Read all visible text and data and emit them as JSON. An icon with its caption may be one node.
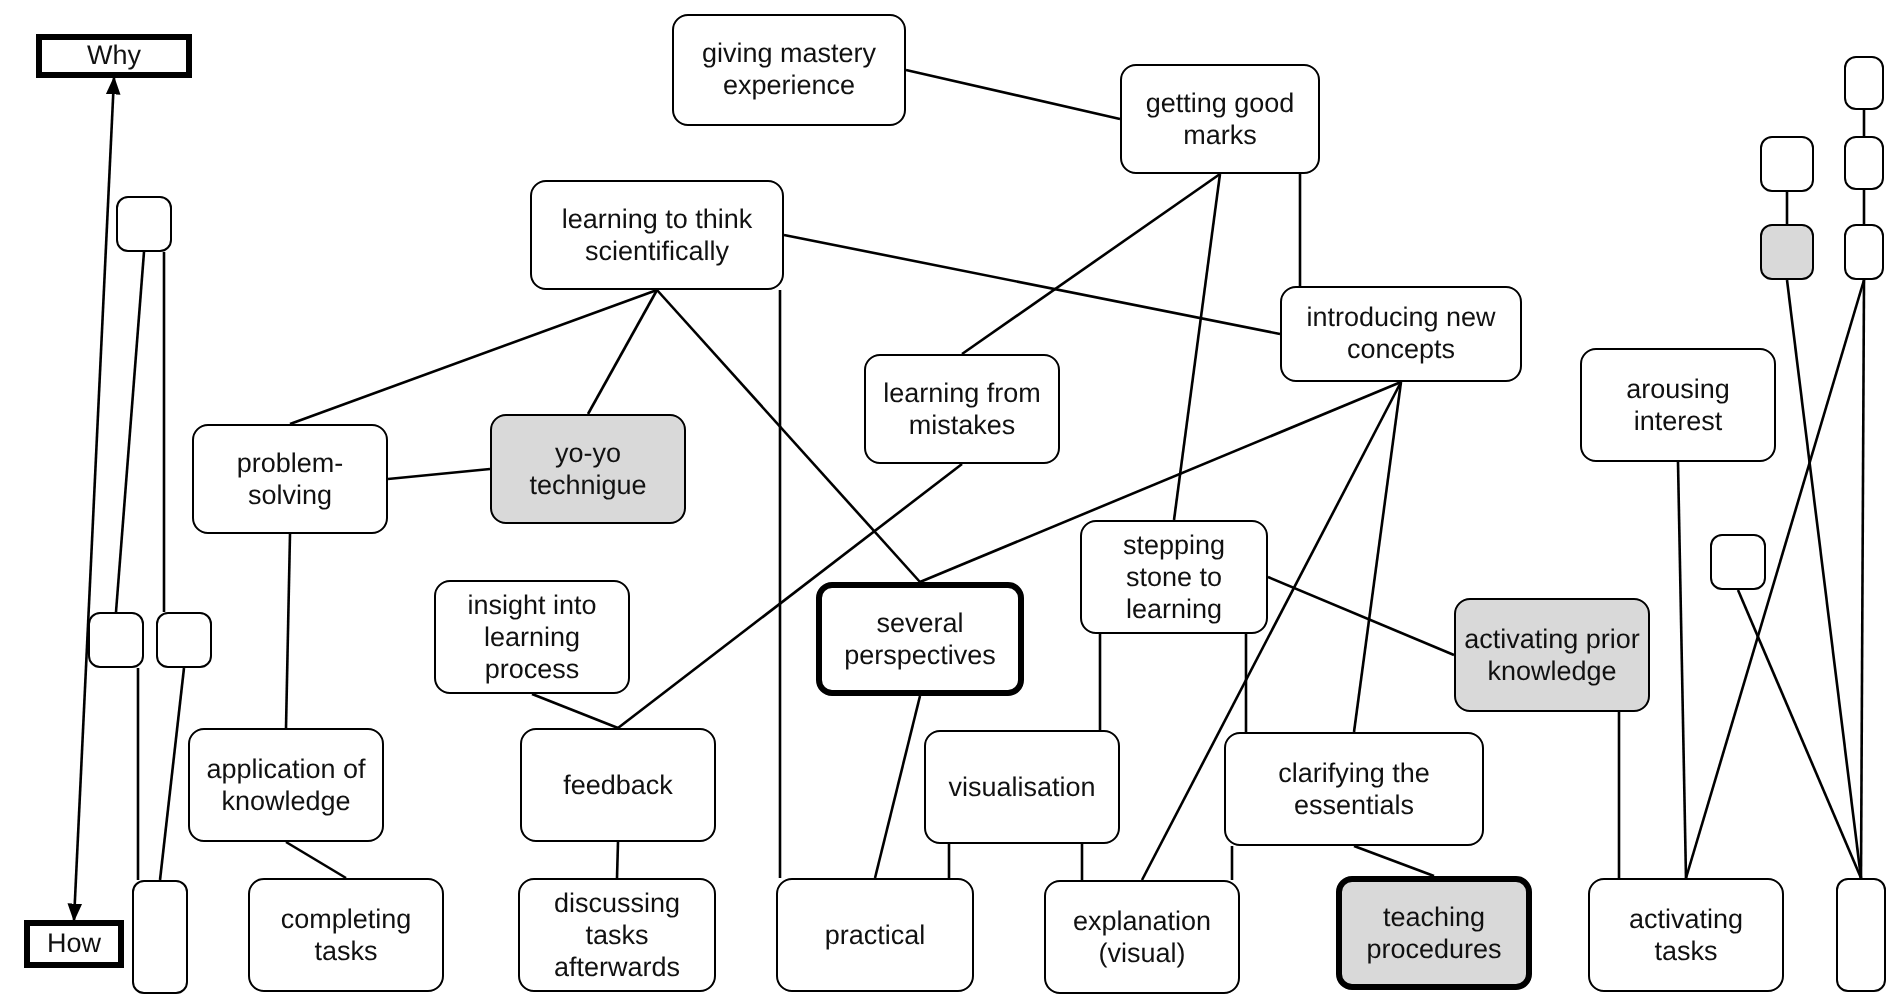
{
  "diagram": {
    "nodes": [
      {
        "text": [
          "Why"
        ]
      },
      {
        "text": [
          "giving mastery experience"
        ]
      },
      {
        "text": [
          "getting good marks"
        ]
      },
      {
        "text": [],
        "shape": "box"
      },
      {
        "text": [],
        "shape": "box"
      },
      {
        "text": [],
        "shape": "box"
      },
      {
        "text": [],
        "shape": "box"
      },
      {
        "text": [
          "learning to think scientifically"
        ]
      },
      {
        "text": [],
        "shape": "box"
      },
      {
        "text": [],
        "shape": "box"
      },
      {
        "text": [
          "introducing new concepts"
        ]
      },
      {
        "text": [
          "arousing interest"
        ]
      },
      {
        "text": [
          "learning from mistakes"
        ]
      },
      {
        "text": [
          "problem-solving"
        ]
      },
      {
        "text": [
          "yo-yo technigue"
        ]
      },
      {
        "text": [
          "stepping stone to learning"
        ]
      },
      {
        "text": [],
        "shape": "box"
      },
      {
        "text": [
          "insight into learning process"
        ]
      },
      {
        "text": [
          "several perspectives"
        ]
      },
      {
        "text": [
          "activating prior knowledge"
        ]
      },
      {
        "text": [],
        "shape": "box"
      },
      {
        "text": [],
        "shape": "box"
      },
      {
        "text": [
          "application of knowledge"
        ]
      },
      {
        "text": [
          "feedback"
        ]
      },
      {
        "text": [
          "visualisation"
        ]
      },
      {
        "text": [
          "clarifying the essentials"
        ]
      },
      {
        "text": [
          "How"
        ]
      },
      {
        "text": [],
        "shape": "box"
      },
      {
        "text": [
          "completing tasks"
        ]
      },
      {
        "text": [
          "discussing tasks afterwards"
        ]
      },
      {
        "text": [
          "practical"
        ]
      },
      {
        "text": [
          "explanation (visual)"
        ]
      },
      {
        "text": [
          "teaching procedures"
        ]
      },
      {
        "text": [
          "activating tasks"
        ]
      },
      {
        "text": [],
        "shape": "box"
      }
    ],
    "edges": [
      {
        "from": 0,
        "to": 26,
        "arrow": "both"
      },
      {
        "from": 1,
        "to": 2,
        "arrow": "none"
      },
      {
        "from": 2,
        "to": 12,
        "arrow": "none"
      },
      {
        "from": 2,
        "to": 15,
        "arrow": "none"
      },
      {
        "from": 2,
        "to": 10,
        "arrow": "none"
      },
      {
        "from": 3,
        "to": 5,
        "arrow": "none"
      },
      {
        "from": 4,
        "to": 8,
        "arrow": "none"
      },
      {
        "from": 5,
        "to": 9,
        "arrow": "none"
      },
      {
        "from": 6,
        "to": 20,
        "arrow": "none"
      },
      {
        "from": 6,
        "to": 21,
        "arrow": "none"
      },
      {
        "from": 7,
        "to": 13,
        "arrow": "none"
      },
      {
        "from": 7,
        "to": 14,
        "arrow": "none"
      },
      {
        "from": 7,
        "to": 18,
        "arrow": "none"
      },
      {
        "from": 7,
        "to": 30,
        "arrow": "none"
      },
      {
        "from": 7,
        "to": 10,
        "arrow": "none"
      },
      {
        "from": 8,
        "to": 34,
        "arrow": "none"
      },
      {
        "from": 9,
        "to": 33,
        "arrow": "none"
      },
      {
        "from": 9,
        "to": 34,
        "arrow": "none"
      },
      {
        "from": 10,
        "to": 18,
        "arrow": "none"
      },
      {
        "from": 10,
        "to": 31,
        "arrow": "none"
      },
      {
        "from": 10,
        "to": 25,
        "arrow": "none"
      },
      {
        "from": 11,
        "to": 33,
        "arrow": "none"
      },
      {
        "from": 12,
        "to": 23,
        "arrow": "none"
      },
      {
        "from": 13,
        "to": 14,
        "arrow": "none"
      },
      {
        "from": 13,
        "to": 22,
        "arrow": "none"
      },
      {
        "from": 15,
        "to": 24,
        "arrow": "none"
      },
      {
        "from": 15,
        "to": 25,
        "arrow": "none"
      },
      {
        "from": 15,
        "to": 19,
        "arrow": "none"
      },
      {
        "from": 16,
        "to": 34,
        "arrow": "none"
      },
      {
        "from": 17,
        "to": 23,
        "arrow": "none"
      },
      {
        "from": 18,
        "to": 30,
        "arrow": "none"
      },
      {
        "from": 19,
        "to": 33,
        "arrow": "none"
      },
      {
        "from": 20,
        "to": 27,
        "arrow": "none"
      },
      {
        "from": 21,
        "to": 27,
        "arrow": "none"
      },
      {
        "from": 22,
        "to": 28,
        "arrow": "none"
      },
      {
        "from": 23,
        "to": 29,
        "arrow": "none"
      },
      {
        "from": 24,
        "to": 30,
        "arrow": "none"
      },
      {
        "from": 24,
        "to": 31,
        "arrow": "none"
      },
      {
        "from": 25,
        "to": 31,
        "arrow": "none"
      },
      {
        "from": 25,
        "to": 32,
        "arrow": "none"
      }
    ]
  }
}
